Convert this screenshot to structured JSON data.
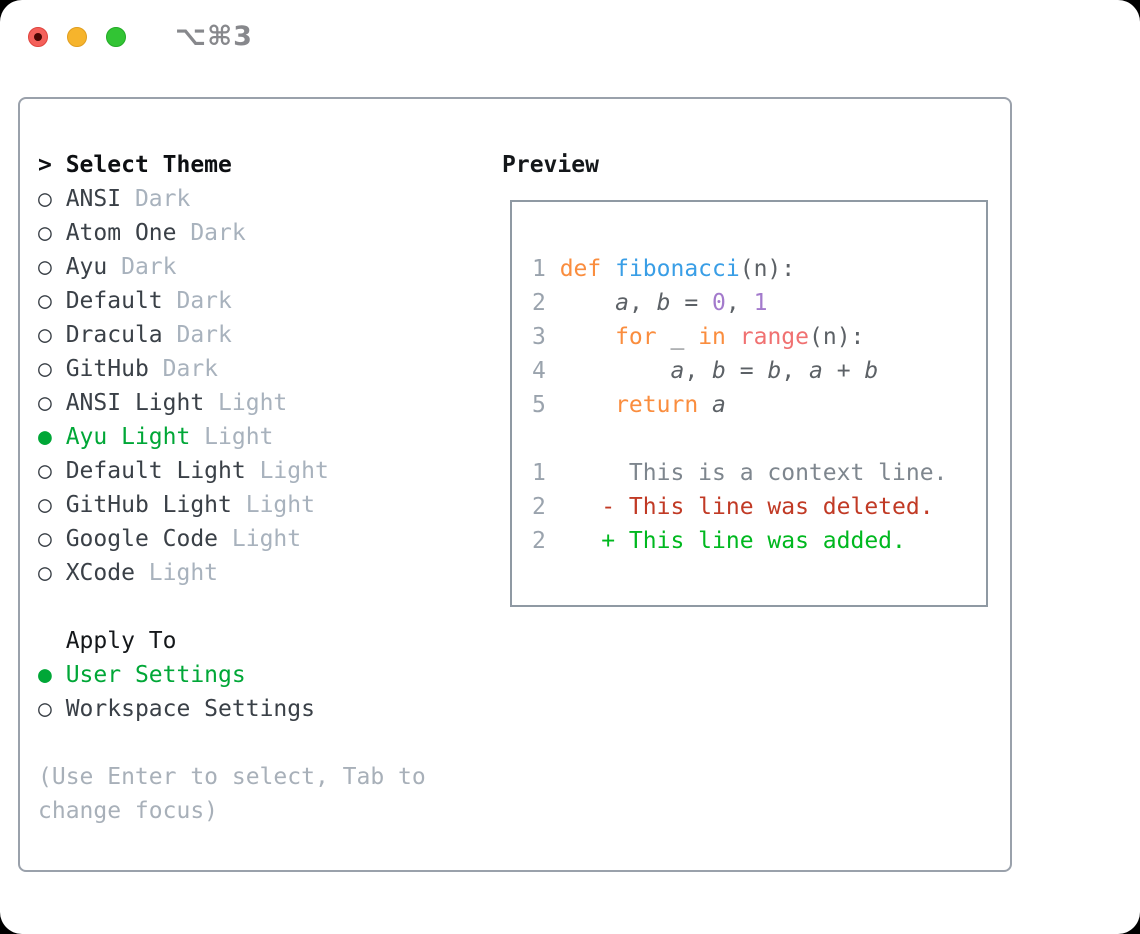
{
  "window": {
    "title_shortcut": "⌥⌘3"
  },
  "traffic_lights": [
    {
      "name": "close",
      "color": "#f4605a"
    },
    {
      "name": "minimize",
      "color": "#f6b42c"
    },
    {
      "name": "zoom",
      "color": "#32c434"
    }
  ],
  "icons": {
    "radio_selected": "●",
    "radio_unselected": "○",
    "prompt_caret": ">"
  },
  "theme_selector": {
    "prompt": ">",
    "header": "Select Theme",
    "items": [
      {
        "name": "ANSI",
        "variant": "Dark",
        "selected": false
      },
      {
        "name": "Atom One",
        "variant": "Dark",
        "selected": false
      },
      {
        "name": "Ayu",
        "variant": "Dark",
        "selected": false
      },
      {
        "name": "Default",
        "variant": "Dark",
        "selected": false
      },
      {
        "name": "Dracula",
        "variant": "Dark",
        "selected": false
      },
      {
        "name": "GitHub",
        "variant": "Dark",
        "selected": false
      },
      {
        "name": "ANSI Light",
        "variant": "Light",
        "selected": false
      },
      {
        "name": "Ayu Light",
        "variant": "Light",
        "selected": true
      },
      {
        "name": "Default Light",
        "variant": "Light",
        "selected": false
      },
      {
        "name": "GitHub Light",
        "variant": "Light",
        "selected": false
      },
      {
        "name": "Google Code",
        "variant": "Light",
        "selected": false
      },
      {
        "name": "XCode",
        "variant": "Light",
        "selected": false
      }
    ]
  },
  "apply_to": {
    "header": "Apply To",
    "options": [
      {
        "label": "User Settings",
        "selected": true
      },
      {
        "label": "Workspace Settings",
        "selected": false
      }
    ]
  },
  "hint": "(Use Enter to select, Tab to change focus)",
  "preview": {
    "header": "Preview",
    "code_lines": [
      {
        "number": "1",
        "tokens": [
          {
            "type": "keyword",
            "text": "def"
          },
          {
            "type": "plain",
            "text": " "
          },
          {
            "type": "function",
            "text": "fibonacci"
          },
          {
            "type": "plain",
            "text": "(n):"
          }
        ]
      },
      {
        "number": "2",
        "tokens": [
          {
            "type": "plain",
            "text": "    "
          },
          {
            "type": "variable",
            "text": "a"
          },
          {
            "type": "plain",
            "text": ", "
          },
          {
            "type": "variable",
            "text": "b"
          },
          {
            "type": "plain",
            "text": " = "
          },
          {
            "type": "number",
            "text": "0"
          },
          {
            "type": "plain",
            "text": ", "
          },
          {
            "type": "number",
            "text": "1"
          }
        ]
      },
      {
        "number": "3",
        "tokens": [
          {
            "type": "plain",
            "text": "    "
          },
          {
            "type": "keyword",
            "text": "for"
          },
          {
            "type": "plain",
            "text": " "
          },
          {
            "type": "variable",
            "text": "_"
          },
          {
            "type": "plain",
            "text": " "
          },
          {
            "type": "keyword",
            "text": "in"
          },
          {
            "type": "plain",
            "text": " "
          },
          {
            "type": "builtin",
            "text": "range"
          },
          {
            "type": "plain",
            "text": "(n):"
          }
        ]
      },
      {
        "number": "4",
        "tokens": [
          {
            "type": "plain",
            "text": "        "
          },
          {
            "type": "variable",
            "text": "a"
          },
          {
            "type": "plain",
            "text": ", "
          },
          {
            "type": "variable",
            "text": "b"
          },
          {
            "type": "plain",
            "text": " = "
          },
          {
            "type": "variable",
            "text": "b"
          },
          {
            "type": "plain",
            "text": ", "
          },
          {
            "type": "variable",
            "text": "a"
          },
          {
            "type": "plain",
            "text": " + "
          },
          {
            "type": "variable",
            "text": "b"
          }
        ]
      },
      {
        "number": "5",
        "tokens": [
          {
            "type": "plain",
            "text": "    "
          },
          {
            "type": "keyword",
            "text": "return"
          },
          {
            "type": "plain",
            "text": " "
          },
          {
            "type": "variable",
            "text": "a"
          }
        ]
      }
    ],
    "diff_lines": [
      {
        "number": "1",
        "type": "context",
        "text": "     This is a context line."
      },
      {
        "number": "2",
        "type": "deleted",
        "text": "   - This line was deleted."
      },
      {
        "number": "2",
        "type": "added",
        "text": "   + This line was added."
      }
    ]
  },
  "colors": {
    "selected_green": "#00a737",
    "added_green": "#00b81f",
    "deleted_red": "#c13a25",
    "keyword_orange": "#fa8d3e",
    "function_blue": "#399ee6",
    "builtin_coral": "#f07171",
    "number_purple": "#a37acc",
    "context_gray": "#7e868e",
    "tag_gray": "#a8b2bd",
    "line_number_gray": "#9aa3ad",
    "panel_border": "#9aa1ab",
    "title_gray": "#87888c"
  }
}
